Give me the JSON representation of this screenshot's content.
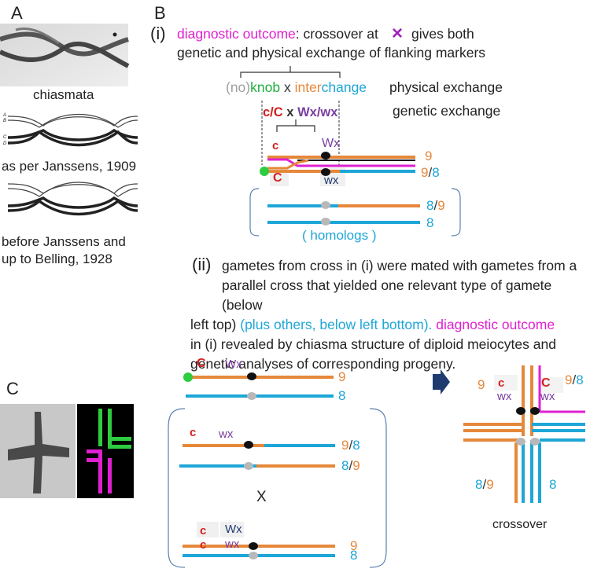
{
  "panel_a": {
    "label": "A",
    "caption_chiasmata": "chiasmata",
    "caption_janssens": "as per Janssens, 1909",
    "caption_before_1": "before Janssens and",
    "caption_before_2": "up to Belling, 1928",
    "strand_letters": [
      "A",
      "B",
      "C",
      "D"
    ]
  },
  "panel_b": {
    "label": "B",
    "part_i_marker": "(i)",
    "part_i_line1_highlight": "diagnostic outcome",
    "part_i_line1_text_a": ": crossover at",
    "part_i_line1_text_b": "gives both",
    "part_i_line2": "genetic and physical exchange of flanking markers",
    "cross_mark": "×",
    "knob_no": "(no)",
    "knob_word": "knob",
    "x_symbol": "x",
    "inter_word": "inter",
    "change_word": "change",
    "physical_exchange": "physical exchange",
    "genetic_exchange": "genetic exchange",
    "c_big_c": "c/C",
    "wx_pair": "Wx/wx",
    "allele_c_lower": "c",
    "allele_c_upper": "C",
    "allele_wx_upper": "Wx",
    "allele_wx_lower": "wx",
    "num_9": "9",
    "num_8": "8",
    "slash": "/",
    "homologs": "( homologs )",
    "part_ii_marker": "(ii)",
    "part_ii_line1": "gametes from cross in (i) were mated with gametes from a",
    "part_ii_line2": "parallel cross that yielded one relevant type of gamete (below",
    "part_ii_line3_a": "left top)",
    "part_ii_line3_b": "(plus others, below left bottom).",
    "part_ii_line3_c": "diagnostic outcome",
    "part_ii_line4": "in (i) revealed by chiasma structure of diploid meiocytes and",
    "part_ii_line5": "genetic analyses of corresponding progeny.",
    "cross_x": "X",
    "crossover_label": "crossover"
  },
  "panel_c": {
    "label": "C"
  },
  "colors": {
    "orange": "#e6883a",
    "blue": "#1ea6d8",
    "magenta": "#e020d0",
    "green": "#1fae3f",
    "red": "#d42020",
    "purple": "#7a3fa0",
    "navy": "#1f3a6e"
  }
}
